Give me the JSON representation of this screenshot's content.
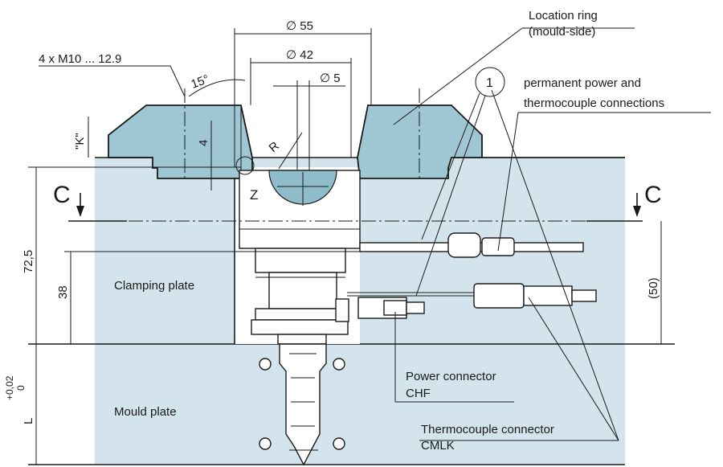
{
  "dimensions": {
    "d55": "∅ 55",
    "d42": "∅ 42",
    "d5": "∅ 5",
    "angle": "15°",
    "thread": "4 x M10 ... 12.9",
    "k": "\"K\"",
    "four": "4",
    "r": "R",
    "h725": "72,5",
    "h38": "38",
    "h50": "(50)",
    "tol_plus": "+0,02",
    "tol_zero": "0",
    "l": "L"
  },
  "section": {
    "left": "C",
    "right": "C"
  },
  "detail": "Z",
  "balloon": "1",
  "labels": {
    "location_ring": [
      "Location ring",
      "(mould-side)"
    ],
    "permanent": [
      "permanent power and",
      "thermocouple connections"
    ],
    "clamping_plate": "Clamping plate",
    "mould_plate": "Mould plate",
    "power_connector": [
      "Power connector",
      "CHF"
    ],
    "thermo_connector": [
      "Thermocouple connector",
      "CMLK"
    ]
  },
  "colors": {
    "plate": "#d3e4ec",
    "ring": "#9fc6d3",
    "line": "#1a1a1a"
  }
}
